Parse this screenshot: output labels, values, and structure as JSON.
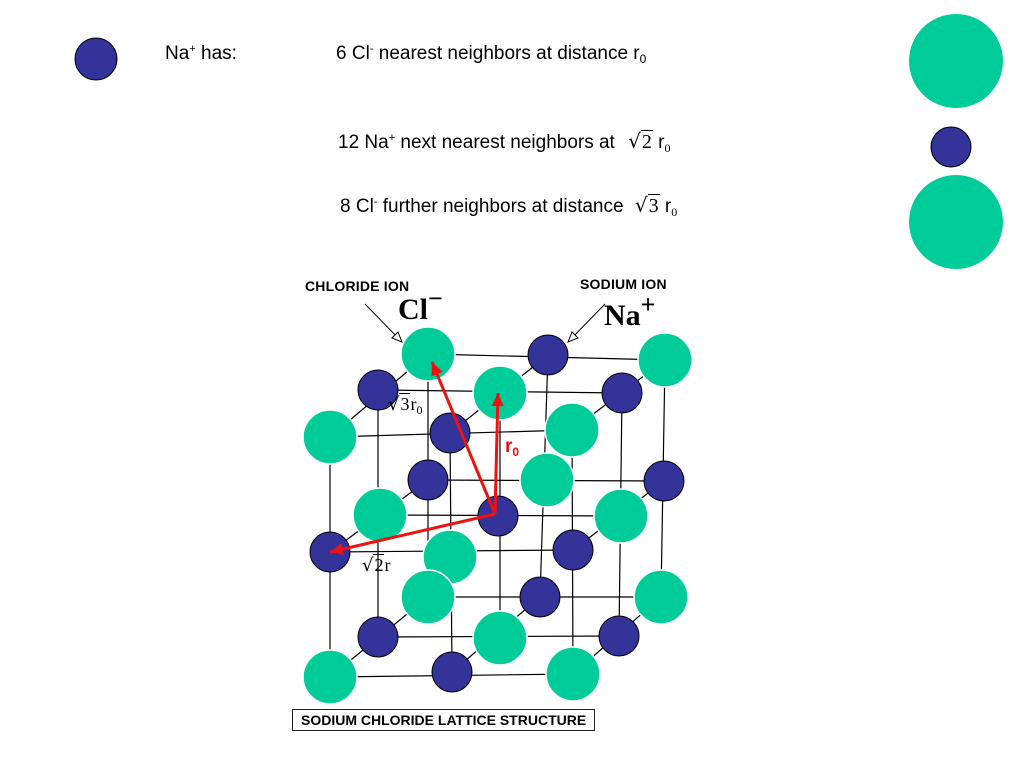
{
  "header": {
    "ion_label": "Na",
    "ion_sign": "+",
    "has_label": "has:"
  },
  "lines": [
    {
      "count": "6 Cl",
      "sign": "-",
      "text": "nearest neighbors at distance r",
      "sub": "0",
      "sqrt": ""
    },
    {
      "count": "12 Na",
      "sign": "+",
      "text": "next nearest neighbors at",
      "sub": "0",
      "sqrt": "2",
      "r": "r"
    },
    {
      "count": "8 Cl",
      "sign": "-",
      "text": "further neighbors at distance",
      "sub": "0",
      "sqrt": "3",
      "r": "r"
    }
  ],
  "diagram": {
    "chloride_label": "CHLORIDE ION",
    "chloride_symbol": "Cl",
    "chloride_sign": "−",
    "sodium_label": "SODIUM ION",
    "sodium_symbol": "Na",
    "sodium_sign": "+",
    "r0_label": "r",
    "r0_sub": "0",
    "sqrt3_num": "3",
    "sqrt3_r": "r",
    "sqrt3_sub": "0",
    "sqrt2_num": "2",
    "sqrt2_r": "r",
    "caption": "SODIUM CHLORIDE LATTICE STRUCTURE"
  },
  "colors": {
    "sodium": "#333399",
    "chloride": "#00CC99",
    "arrow": "#EE1111",
    "lattice": "#000000"
  }
}
